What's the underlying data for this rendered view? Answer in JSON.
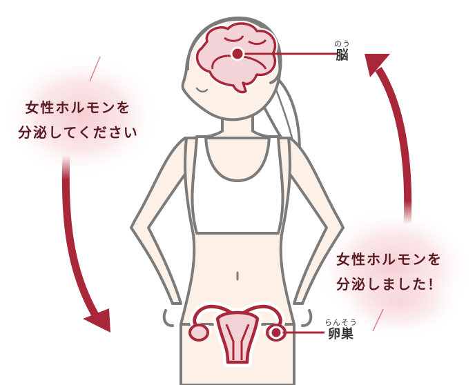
{
  "messages": {
    "left": {
      "line1": "女性ホルモンを",
      "line2": "分泌してください"
    },
    "right": {
      "line1": "女性ホルモンを",
      "line2": "分泌しました！"
    }
  },
  "labels": {
    "brain": {
      "ruby": "のう",
      "text": "脳"
    },
    "ovary": {
      "ruby": "らんそう",
      "text": "卵巣"
    }
  },
  "colors": {
    "accent": "#a8283a",
    "text": "#5a1a22",
    "skin": "#fdf0e6",
    "outline": "#7b7b7b",
    "organ_fill": "#f3d3d8",
    "glow": "#f7d7db"
  }
}
